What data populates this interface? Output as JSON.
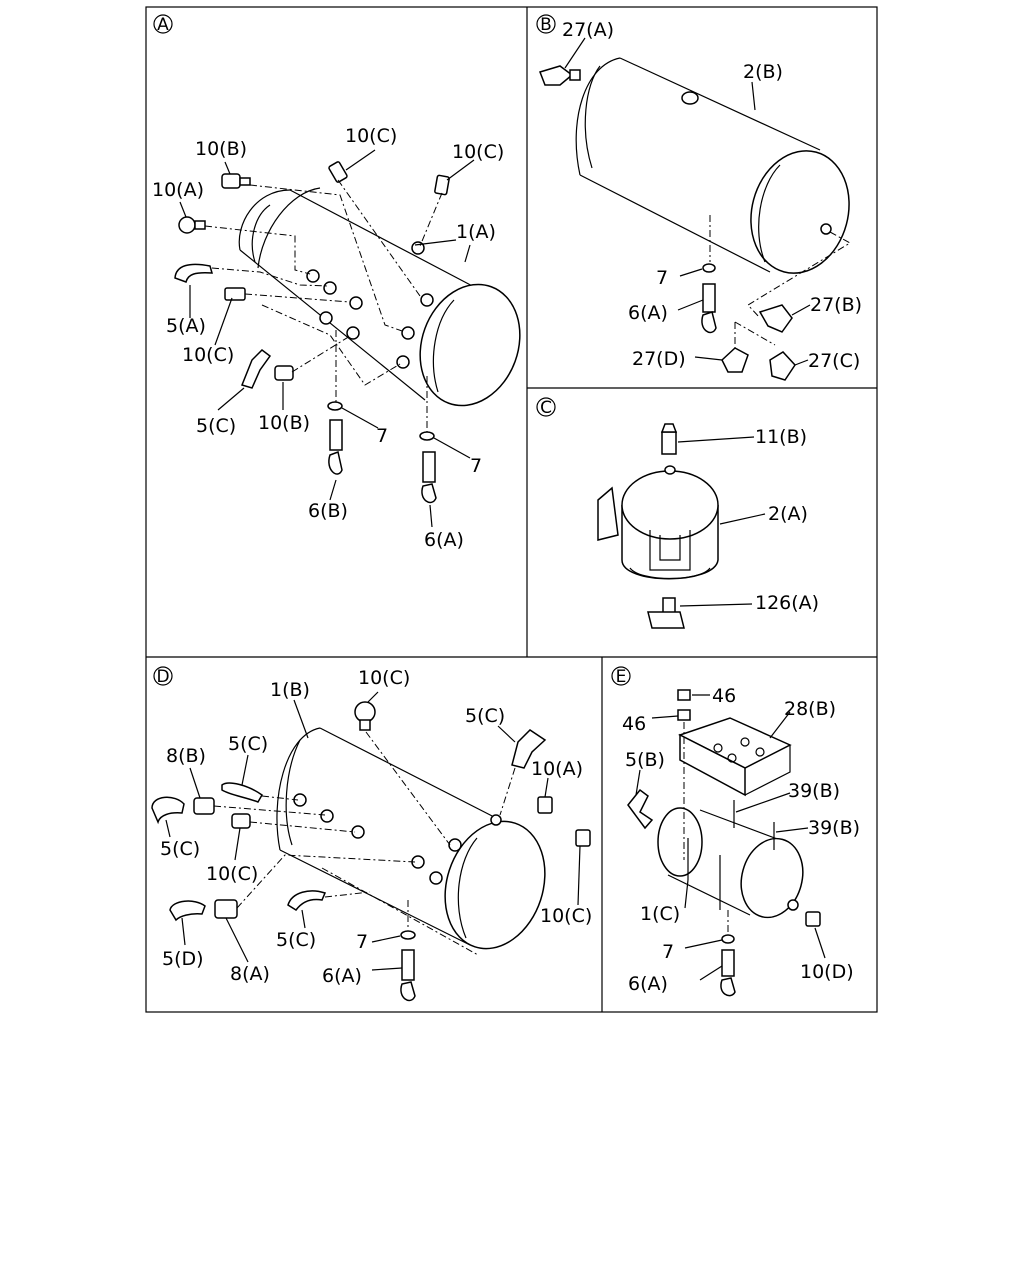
{
  "panels": {
    "A": {
      "letter": "A",
      "labels": {
        "l_10b_top": "10(B)",
        "l_10c_top1": "10(C)",
        "l_10c_top2": "10(C)",
        "l_10a": "10(A)",
        "l_1a": "1(A)",
        "l_5a": "5(A)",
        "l_10c_mid": "10(C)",
        "l_5c": "5(C)",
        "l_10b_bot": "10(B)",
        "l_7_left": "7",
        "l_7_right": "7",
        "l_6b": "6(B)",
        "l_6a": "6(A)"
      }
    },
    "B": {
      "letter": "B",
      "labels": {
        "l_27a": "27(A)",
        "l_2b": "2(B)",
        "l_7": "7",
        "l_6a": "6(A)",
        "l_27b": "27(B)",
        "l_27d": "27(D)",
        "l_27c": "27(C)"
      }
    },
    "C": {
      "letter": "C",
      "labels": {
        "l_11b": "11(B)",
        "l_2a": "2(A)",
        "l_126a": "126(A)"
      }
    },
    "D": {
      "letter": "D",
      "labels": {
        "l_1b": "1(B)",
        "l_10c_top": "10(C)",
        "l_5c_top": "5(C)",
        "l_5c_left": "5(C)",
        "l_8b": "8(B)",
        "l_10a": "10(A)",
        "l_5c_low": "5(C)",
        "l_10c_mid": "10(C)",
        "l_10c_right": "10(C)",
        "l_5d": "5(D)",
        "l_8a": "8(A)",
        "l_5c_bot": "5(C)",
        "l_7": "7",
        "l_6a": "6(A)"
      }
    },
    "E": {
      "letter": "E",
      "labels": {
        "l_46a": "46",
        "l_46b": "46",
        "l_28b": "28(B)",
        "l_5b": "5(B)",
        "l_39b_1": "39(B)",
        "l_39b_2": "39(B)",
        "l_1c": "1(C)",
        "l_7": "7",
        "l_10d": "10(D)",
        "l_6a": "6(A)"
      }
    }
  }
}
